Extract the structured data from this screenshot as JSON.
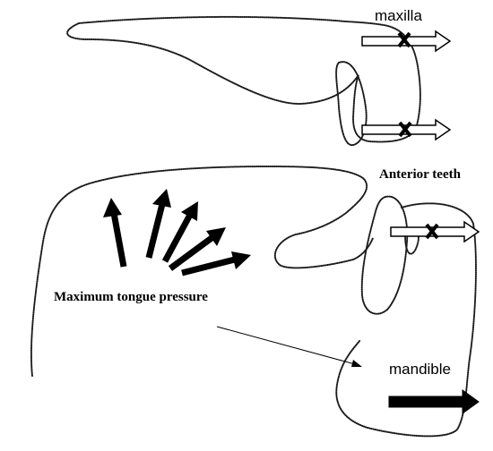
{
  "labels": {
    "maxilla": "maxilla",
    "anterior_teeth": "Anterior teeth",
    "tongue_pressure": "Maximum tongue pressure",
    "mandible": "mandible"
  },
  "colors": {
    "outline": "#1a1a1a",
    "arrow_fill_open": "#ffffff",
    "arrow_fill_solid": "#000000"
  },
  "icons": {
    "blocked_mark": "cross-icon"
  }
}
